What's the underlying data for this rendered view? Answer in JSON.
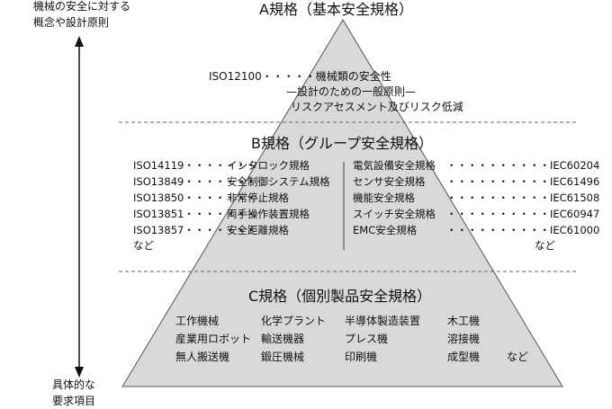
{
  "axis": {
    "top_lines": [
      "機械の安全に対する",
      "概念や設計原則"
    ],
    "bottom_lines": [
      "具体的な",
      "要求項目"
    ]
  },
  "a_standard": {
    "title": "A規格（基本安全規格）",
    "iso_line": "ISO12100・・・・・機械類の安全性",
    "line2": "—設計のための一般原則—",
    "line3": "リスクアセスメント及びリスク低減"
  },
  "b_standard": {
    "title": "B規格（グループ安全規格）",
    "left": [
      {
        "code": "ISO14119・・・・・・・",
        "name": "インタロック規格"
      },
      {
        "code": "ISO13849・・・・・・・",
        "name": "安全制御システム規格"
      },
      {
        "code": "ISO13850・・・・・・・",
        "name": "非常停止規格"
      },
      {
        "code": "ISO13851・・・・・・・",
        "name": "両手操作装置規格"
      },
      {
        "code": "ISO13857・・・・・・・",
        "name": "安全距離規格"
      }
    ],
    "left_etc": "など",
    "right": [
      {
        "name": "電気設備安全規格",
        "code": "・・・・・・・・・・IEC60204"
      },
      {
        "name": "センサ安全規格",
        "code": "・・・・・・・・・・IEC61496"
      },
      {
        "name": "機能安全規格",
        "code": "・・・・・・・・・・IEC61508"
      },
      {
        "name": "スイッチ安全規格",
        "code": "・・・・・・・・・・IEC60947"
      },
      {
        "name": "EMC安全規格",
        "code": "・・・・・・・・・・IEC61000"
      }
    ],
    "right_etc": "など"
  },
  "c_standard": {
    "title": "C規格（個別製品安全規格）",
    "rows": [
      [
        "工作機械",
        "化学プラント",
        "半導体製造装置",
        "木工機"
      ],
      [
        "産業用ロボット",
        "輸送機器",
        "プレス機",
        "溶接機"
      ],
      [
        "無人搬送機",
        "鍛圧機械",
        "印刷機",
        "成型機"
      ]
    ],
    "etc": "など"
  },
  "colors": {
    "triangle_fill": "#d9d9d9",
    "triangle_stroke": "#555555",
    "divider": "#666666",
    "text": "#111111"
  }
}
